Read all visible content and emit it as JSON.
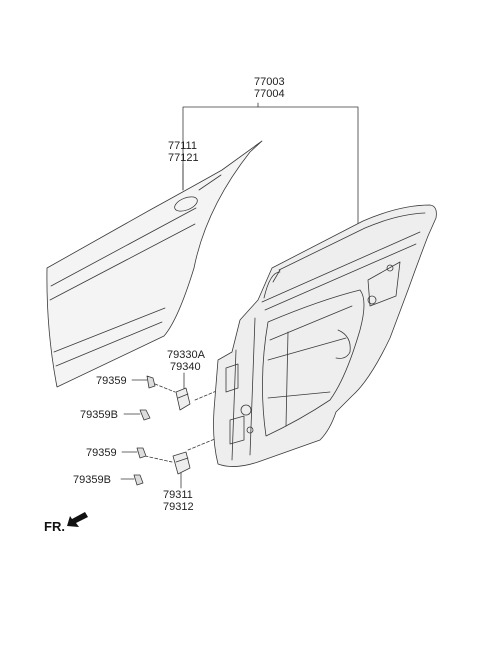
{
  "labels": {
    "door_assy_lh": "77003",
    "door_assy_rh": "77004",
    "outer_panel_lh": "77111",
    "outer_panel_rh": "77121",
    "upper_hinge_lh": "79330A",
    "upper_hinge_rh": "79340",
    "bolt_upper": "79359",
    "bolt_b_upper": "79359B",
    "bolt_lower": "79359",
    "bolt_b_lower": "79359B",
    "lower_hinge_lh": "79311",
    "lower_hinge_rh": "79312",
    "front_indicator": "FR."
  },
  "colors": {
    "line": "#3a3a3a",
    "fill_panel": "#f4f4f4",
    "fill_frame": "#eeeeee"
  },
  "icons": {
    "front_arrow": "arrow-down-left-icon"
  }
}
